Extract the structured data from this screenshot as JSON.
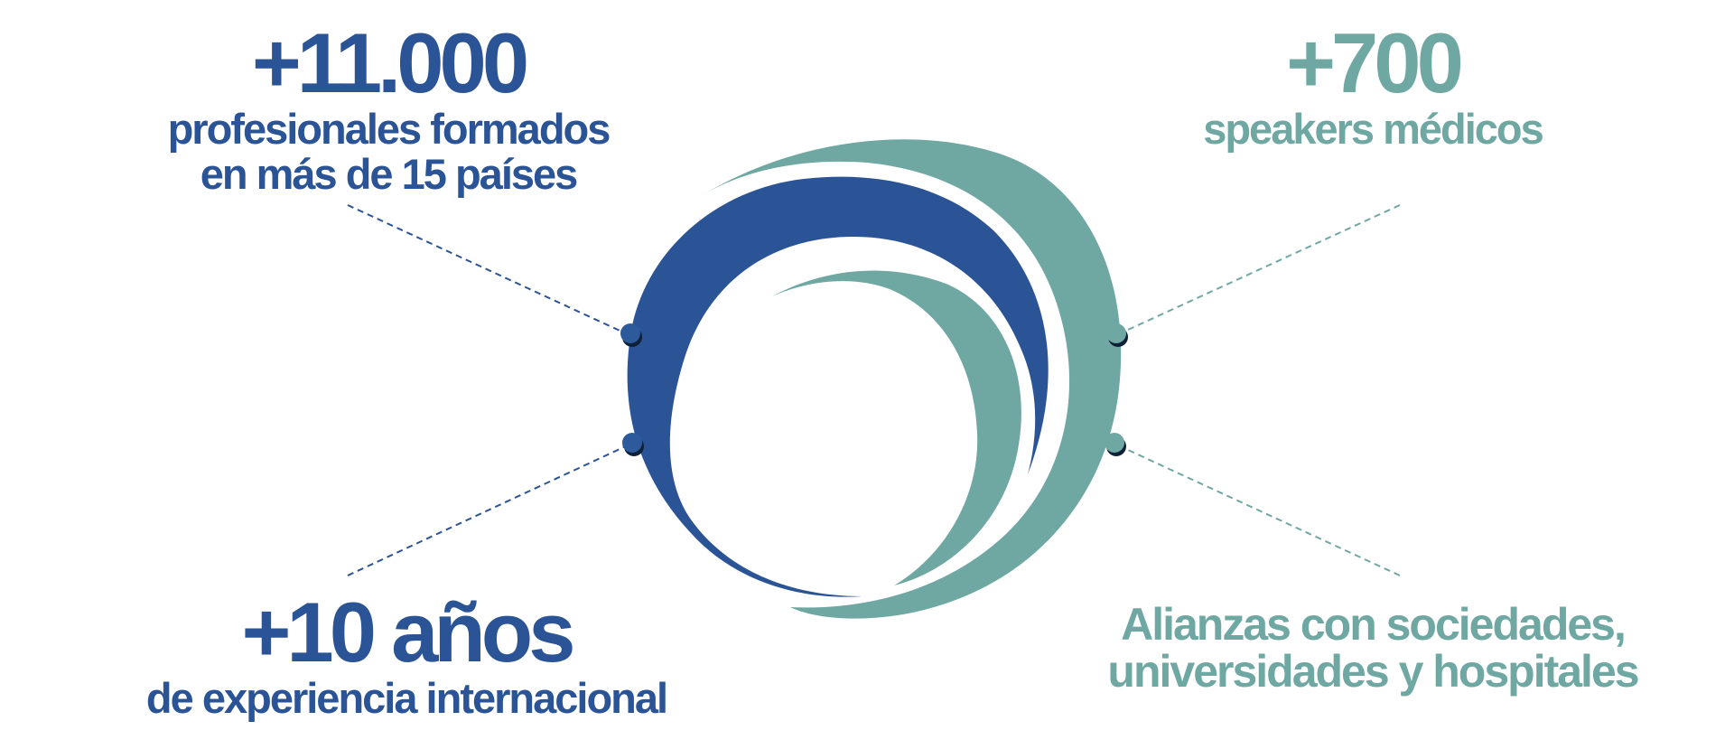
{
  "colors": {
    "blue": "#2b5496",
    "teal": "#6fa8a2",
    "dot": "#2d5a9a"
  },
  "stats": {
    "top_left": {
      "value": "+11.000",
      "line1": "profesionales formados",
      "line2": "en más de 15 países"
    },
    "top_right": {
      "value": "+700",
      "line1": "speakers médicos"
    },
    "bottom_left": {
      "value": "+10 años",
      "line1": "de experiencia internacional"
    },
    "bottom_right": {
      "line1": "Alianzas con sociedades,",
      "line2": "universidades y hospitales"
    }
  }
}
